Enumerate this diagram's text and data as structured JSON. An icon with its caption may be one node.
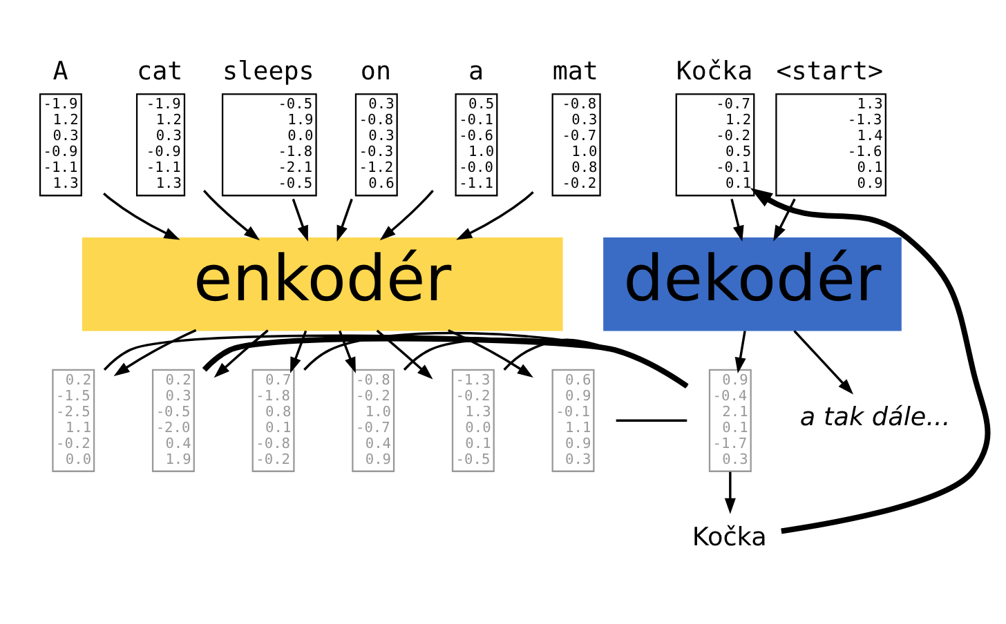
{
  "diagram": {
    "nodes": [
      {
        "text": [
          "A",
          "-1.9 1.2 0.3 -0.9 -1.1 1.3"
        ]
      },
      {
        "text": [
          "cat",
          "-1.9 1.2 0.3 -0.9 -1.1 1.3"
        ]
      },
      {
        "text": [
          "sleeps",
          "-0.5 1.9 0.0 -1.8 -2.1 -0.5"
        ]
      },
      {
        "text": [
          "on",
          "0.3 -0.8 0.3 -0.3 -1.2 0.6"
        ]
      },
      {
        "text": [
          "a",
          "0.5 -0.1 -0.6 1.0 -0.0 -1.1"
        ]
      },
      {
        "text": [
          "mat",
          "-0.8 0.3 -0.7 1.0 0.8 -0.2"
        ]
      },
      {
        "text": [
          "<start>",
          "1.3 -1.3 1.4 -1.6 0.1 0.9"
        ]
      },
      {
        "text": [
          "Kočka",
          "-0.7 1.2 -0.2 0.5 -0.1 0.1"
        ]
      },
      {
        "text": [
          "enkodér"
        ]
      },
      {
        "text": [
          "dekodér"
        ]
      },
      {
        "text": [
          "0.2 -1.5 -2.5 1.1 -0.2 0.0"
        ]
      },
      {
        "text": [
          "0.2 0.3 -0.5 -2.0 0.4 1.9"
        ]
      },
      {
        "text": [
          "0.7 -1.8 0.8 0.1 -0.8 -0.2"
        ]
      },
      {
        "text": [
          "-0.8 -0.2 1.0 -0.7 0.4 0.9"
        ]
      },
      {
        "text": [
          "-1.3 -0.2 1.3 0.0 0.1 -0.5"
        ]
      },
      {
        "text": [
          "0.6 0.9 -0.1 1.1 0.9 0.3"
        ]
      },
      {
        "text": [
          "0.9 -0.4 2.1 0.1 -1.7 0.3"
        ]
      },
      {
        "text": [
          "Kočka"
        ]
      },
      {
        "text": [
          "a tak dále..."
        ]
      }
    ],
    "edges": [
      {
        "from": 0,
        "to": 8,
        "arrow": "to"
      },
      {
        "from": 1,
        "to": 8,
        "arrow": "to"
      },
      {
        "from": 2,
        "to": 8,
        "arrow": "to"
      },
      {
        "from": 3,
        "to": 8,
        "arrow": "to"
      },
      {
        "from": 4,
        "to": 8,
        "arrow": "to"
      },
      {
        "from": 5,
        "to": 8,
        "arrow": "to"
      },
      {
        "from": 6,
        "to": 9,
        "arrow": "to"
      },
      {
        "from": 7,
        "to": 9,
        "arrow": "to"
      },
      {
        "from": 8,
        "to": 10,
        "arrow": "to"
      },
      {
        "from": 8,
        "to": 11,
        "arrow": "to"
      },
      {
        "from": 8,
        "to": 12,
        "arrow": "to"
      },
      {
        "from": 8,
        "to": 13,
        "arrow": "to"
      },
      {
        "from": 8,
        "to": 14,
        "arrow": "to"
      },
      {
        "from": 8,
        "to": 15,
        "arrow": "to"
      },
      {
        "from": 9,
        "to": 16,
        "arrow": "to"
      },
      {
        "from": 9,
        "to": 18,
        "arrow": "to"
      },
      {
        "from": 16,
        "to": 17,
        "arrow": "to"
      },
      {
        "from": 17,
        "to": 7,
        "arrow": "to",
        "style": "thick"
      },
      {
        "from": 16,
        "to": 10,
        "arrow": "none"
      },
      {
        "from": 16,
        "to": 11,
        "arrow": "none",
        "style": "thick"
      },
      {
        "from": 16,
        "to": 12,
        "arrow": "none"
      },
      {
        "from": 16,
        "to": 13,
        "arrow": "none"
      },
      {
        "from": 16,
        "to": 14,
        "arrow": "none"
      },
      {
        "from": 16,
        "to": 15,
        "arrow": "none"
      }
    ]
  }
}
